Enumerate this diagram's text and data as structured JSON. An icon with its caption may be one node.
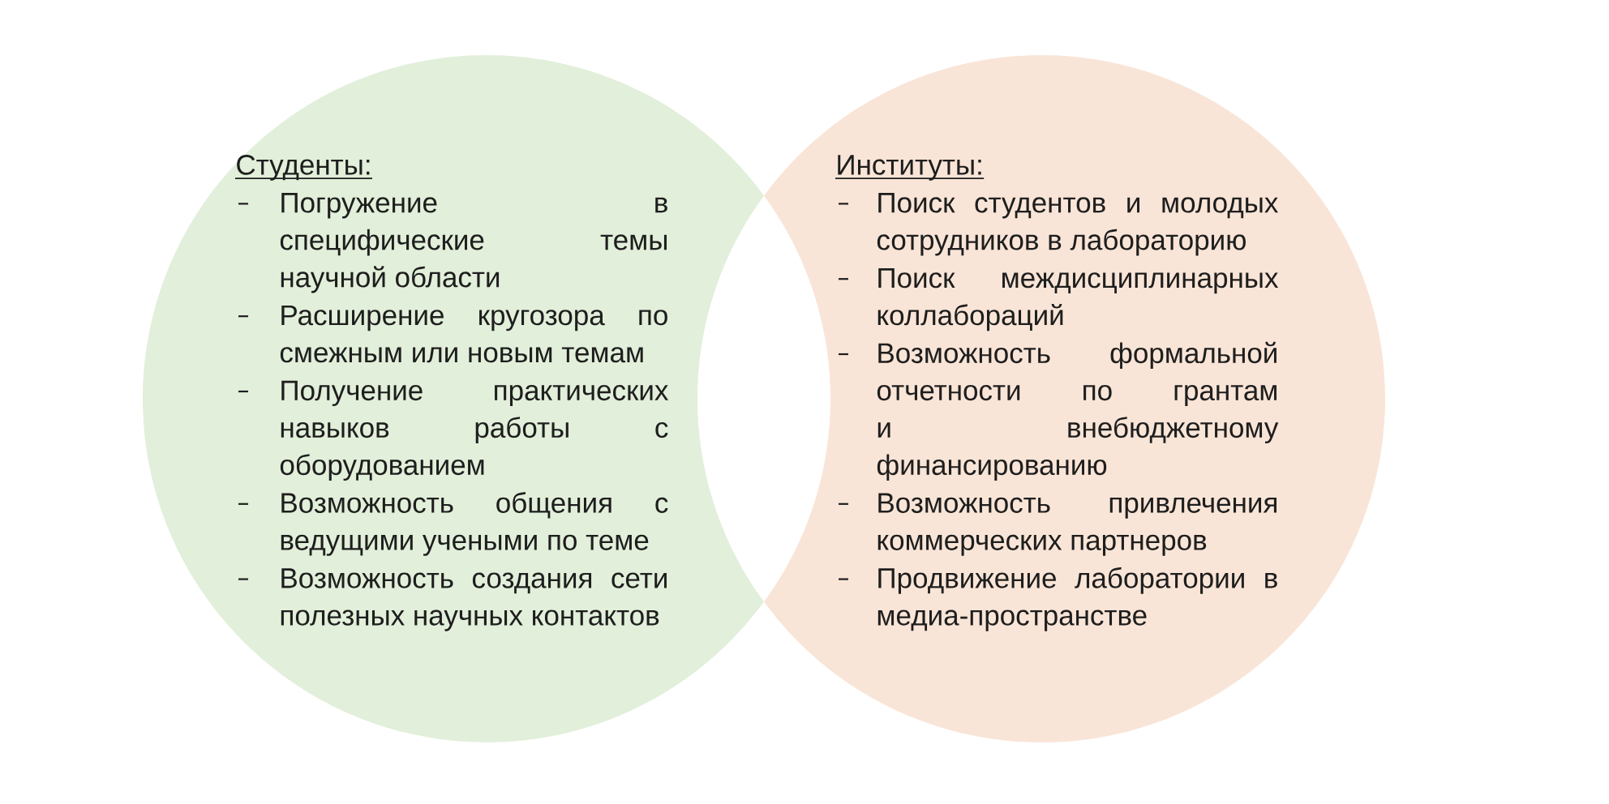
{
  "diagram": {
    "nodes": [
      {
        "text": [
          "Студенты:",
          "Погружение в специфические темы научной области",
          "Расширение кругозора по смежным или новым темам",
          "Получение практических навыков работы с оборудованием",
          "Возможность общения с ведущими учеными по теме",
          "Возможность создания сети полезных научных контактов"
        ]
      },
      {
        "text": [
          "Институты:",
          "Поиск студентов и молодых сотрудников в лабораторию",
          "Поиск междисциплинарных коллабораций",
          "Возможность формальной отчетности по грантам и внебюджетному финансированию",
          "Возможность привлечения коммерческих партнеров",
          "Продвижение лаборатории в медиа-пространстве"
        ]
      }
    ]
  }
}
